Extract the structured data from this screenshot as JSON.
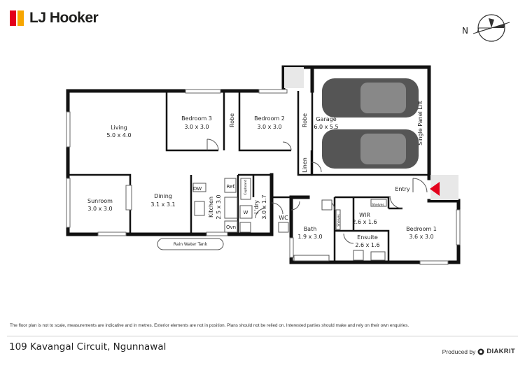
{
  "brand": {
    "name": "LJ Hooker",
    "colors": {
      "accent": "#e3001b",
      "secondary": "#f7a600",
      "ink": "#1d1d1b"
    }
  },
  "compass": {
    "label": "N",
    "icon": "compass-north-icon"
  },
  "rooms": {
    "living": {
      "name": "Living",
      "size": "5.0 x 4.0"
    },
    "bedroom3": {
      "name": "Bedroom 3",
      "size": "3.0 x 3.0"
    },
    "bedroom2": {
      "name": "Bedroom 2",
      "size": "3.0 x 3.0"
    },
    "garage": {
      "name": "Garage",
      "size": "6.0 x 5.5"
    },
    "sunroom": {
      "name": "Sunroom",
      "size": "3.0 x 3.0"
    },
    "dining": {
      "name": "Dining",
      "size": "3.1 x 3.1"
    },
    "kitchen": {
      "name": "Kitchen",
      "size": "2.5 x 3.0"
    },
    "laundry": {
      "name": "L'dry",
      "size": "3.0 x 1.7"
    },
    "bath": {
      "name": "Bath",
      "size": "1.9 x 3.0"
    },
    "wir": {
      "name": "WIR",
      "size": "2.6 x 1.6"
    },
    "ensuite": {
      "name": "Ensuite",
      "size": "2.6 x 1.6"
    },
    "bedroom1": {
      "name": "Bedroom 1",
      "size": "3.6 x 3.0"
    }
  },
  "labels": {
    "robe": "Robe",
    "linen": "Linen",
    "entry": "Entry",
    "wc": "WC",
    "ref": "Ref.",
    "cupboard": "Cupboard",
    "dw": "DW",
    "w": "W",
    "ovn": "Ovn",
    "shelves": "Shelves",
    "lift": "Single Panel Lift",
    "tank": "Rain Water Tank"
  },
  "disclaimer": "The floor plan is not to scale, measurements are indicative and in metres. Exterior elements are not in position. Plans should not be relied on. Interested parties should make and rely on their own enquiries.",
  "address": "109 Kavangal Circuit, Ngunnawal",
  "producer": {
    "prefix": "Produced by",
    "name": "DIAKRIT"
  }
}
